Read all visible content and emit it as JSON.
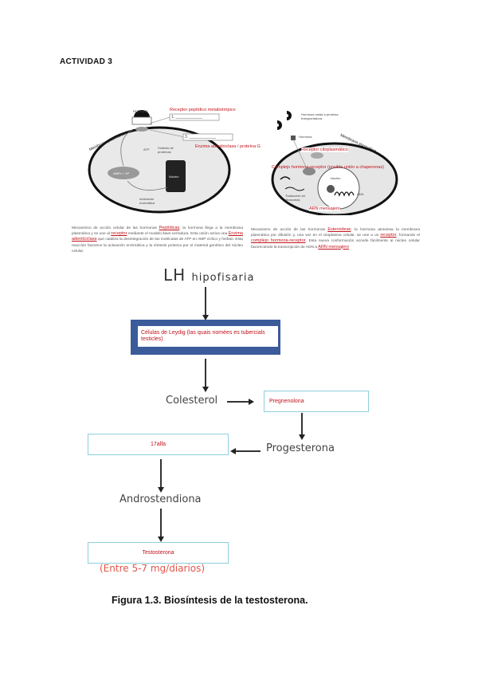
{
  "heading": "ACTIVIDAD 3",
  "diagram_left": {
    "labels": {
      "hormona": "Hormona",
      "membrana": "Membrana plasmática",
      "atp": "ATP",
      "sintesis": "Síntesis de proteínas",
      "ampc": "AMPc + 2P",
      "nucleo": "Núcleo",
      "activacion": "Activación enzimática"
    },
    "blank_1": "1. ____________",
    "blank_3": "3. ____________",
    "answer_1": "Receptor peptídico metabotrópico",
    "answer_3": "Enzima adenilciclasa / proteína G"
  },
  "diagram_right": {
    "labels": {
      "hormona_unida": "Hormona unida a proteína transportadora",
      "hormona": "Hormona",
      "membrana": "Membrana plasmática",
      "nucleo": "Núcleo",
      "traduccion": "Traducción en ribosomas",
      "adn": "ADN"
    },
    "answer_receptor": "Receptor citoplasmático",
    "answer_complejo": "Complejo hormona-receptor (posible unión a chaperonas)",
    "answer_arn": "ARN mensajero"
  },
  "paragraph_left": {
    "p1": "Mecanismo de acción celular de las hormonas",
    "fill1": "Peptídicas",
    "p2": "; la hormona llega a la membrana plasmática y se une al",
    "fill2": "receptor",
    "p3": "mediante el modelo llave-cerradura. Esta unión activa una",
    "fill3": "Enzima adenilciclasa",
    "p4": "que cataliza la desintegración de las moléculas de ATP en AMP cíclico y fosfato. Esta reacción favorece la activación enzimática y la síntesis proteica por el material genético del núcleo celular."
  },
  "paragraph_right": {
    "p1": "Mecanismo de acción de las hormonas",
    "fill1": "Esteroideas",
    "p2": "; la hormona atraviesa la membrana plasmática por difusión y, una vez en el citoplasma celular, se une a un",
    "fill2": "receptor",
    "p3": ", formando el",
    "fill3": "complejo hormona-receptor",
    "p4": ". Esta nueva conformación accede fácilmente al núcleo celular favoreciendo la transcripción de ADN a",
    "fill4": "ARN mensajero"
  },
  "flowchart": {
    "lh": "LH",
    "hipofisaria": "hipofisaria",
    "leydig_box": "Células de Leydig (las quais nomées es tubercials testicles)",
    "colesterol": "Colesterol",
    "pregnenolona_box": "Pregnenolona",
    "progesterona": "Progesterona",
    "alfa_box": "17alfa",
    "androstendiona": "Androstendiona",
    "testosterona_box": "Testosterona",
    "note": "(Entre 5-7 mg/diarios)"
  },
  "caption": "Figura 1.3. Biosíntesis de la testosterona."
}
